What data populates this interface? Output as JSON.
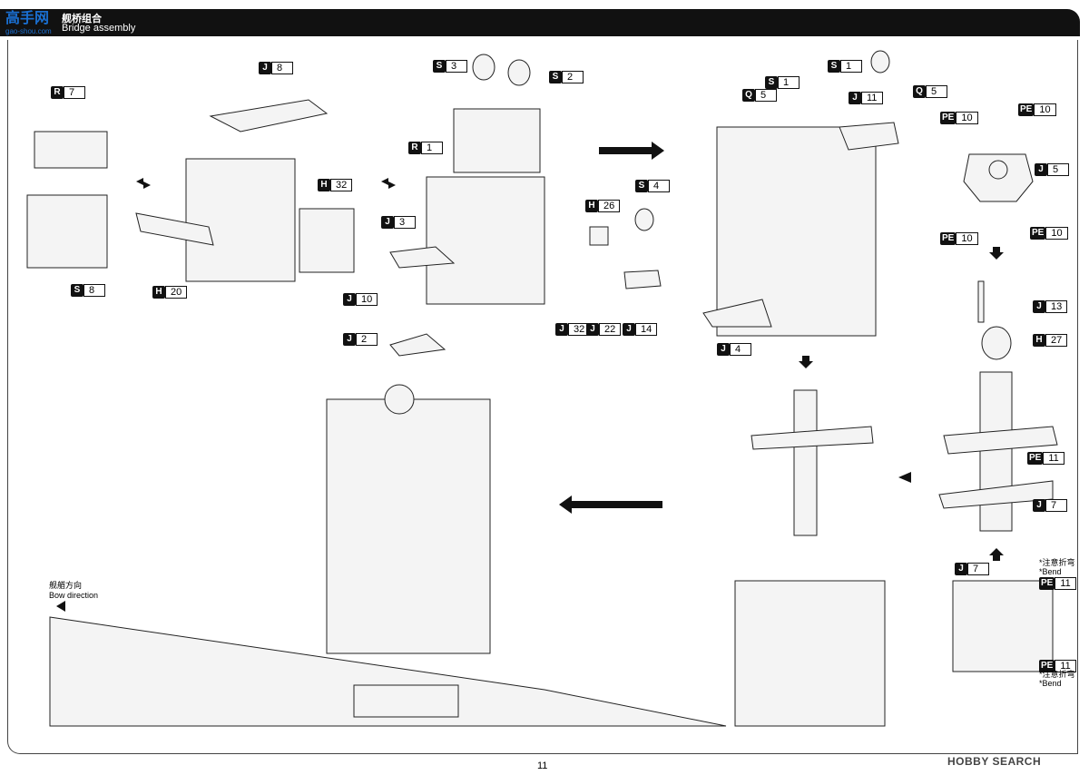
{
  "header": {
    "title_zh": "舰桥组合",
    "title_en": "Bridge assembly"
  },
  "logo": {
    "text": "高手网",
    "sub": "gao-shou.com"
  },
  "bow": {
    "zh": "舰艏方向",
    "en": "Bow direction"
  },
  "notes": {
    "zh": "*注意折弯",
    "en": "*Bend"
  },
  "page_number": "11",
  "watermark": "HOBBY SEARCH",
  "parts": [
    {
      "l": "R",
      "n": "7"
    },
    {
      "l": "S",
      "n": "8"
    },
    {
      "l": "J",
      "n": "8"
    },
    {
      "l": "H",
      "n": "32"
    },
    {
      "l": "H",
      "n": "20"
    },
    {
      "l": "S",
      "n": "3"
    },
    {
      "l": "S",
      "n": "2"
    },
    {
      "l": "R",
      "n": "1"
    },
    {
      "l": "J",
      "n": "3"
    },
    {
      "l": "J",
      "n": "10"
    },
    {
      "l": "J",
      "n": "2"
    },
    {
      "l": "H",
      "n": "26"
    },
    {
      "l": "S",
      "n": "4"
    },
    {
      "l": "J",
      "n": "32"
    },
    {
      "l": "J",
      "n": "22"
    },
    {
      "l": "J",
      "n": "14"
    },
    {
      "l": "S",
      "n": "1"
    },
    {
      "l": "Q",
      "n": "5"
    },
    {
      "l": "J",
      "n": "4"
    },
    {
      "l": "S",
      "n": "1"
    },
    {
      "l": "J",
      "n": "11"
    },
    {
      "l": "Q",
      "n": "5"
    },
    {
      "l": "PE",
      "n": "10"
    },
    {
      "l": "PE",
      "n": "10"
    },
    {
      "l": "J",
      "n": "5"
    },
    {
      "l": "PE",
      "n": "10"
    },
    {
      "l": "PE",
      "n": "10"
    },
    {
      "l": "J",
      "n": "13"
    },
    {
      "l": "H",
      "n": "27"
    },
    {
      "l": "PE",
      "n": "11"
    },
    {
      "l": "J",
      "n": "7"
    },
    {
      "l": "J",
      "n": "7"
    },
    {
      "l": "PE",
      "n": "11"
    },
    {
      "l": "PE",
      "n": "11"
    }
  ]
}
